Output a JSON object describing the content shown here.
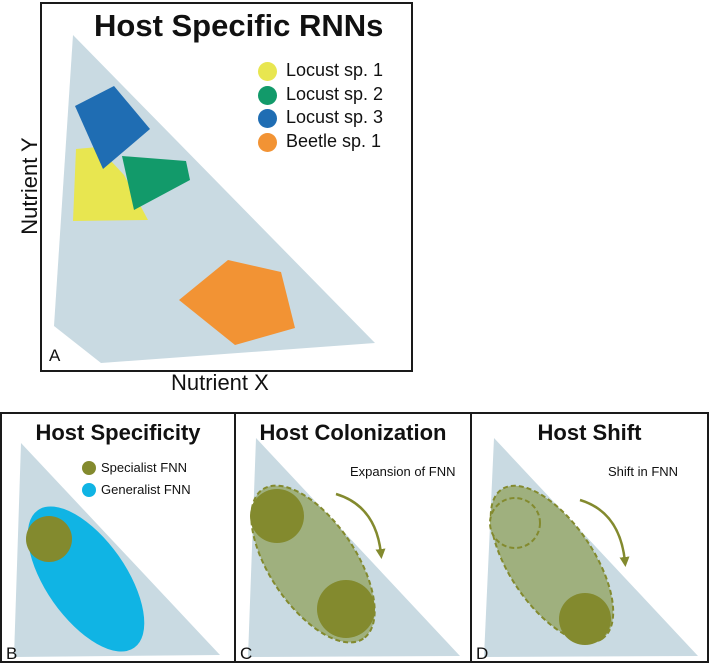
{
  "panel_a": {
    "letter": "A",
    "title": "Host Specific RNNs",
    "x_axis_label": "Nutrient X",
    "y_axis_label": "Nutrient Y",
    "legend": [
      {
        "label": "Locust sp. 1",
        "color": "#e8e650"
      },
      {
        "label": "Locust sp. 2",
        "color": "#129a6a"
      },
      {
        "label": "Locust sp. 3",
        "color": "#1f6db3"
      },
      {
        "label": "Beetle sp. 1",
        "color": "#f29334"
      }
    ]
  },
  "panel_b": {
    "letter": "B",
    "title": "Host Specificity",
    "legend": [
      {
        "label": "Specialist FNN",
        "color": "#838a2e"
      },
      {
        "label": "Generalist FNN",
        "color": "#10b4e4"
      }
    ]
  },
  "panel_c": {
    "letter": "C",
    "title": "Host Colonization",
    "note": "Expansion of FNN"
  },
  "panel_d": {
    "letter": "D",
    "title": "Host Shift",
    "note": "Shift in FNN"
  },
  "colors": {
    "triangle_fill": "#c9dae2",
    "fnn_olive": "#838a2e",
    "fnn_region": "#9fb07e",
    "arrow": "#838a2e",
    "generalist": "#10b4e4"
  }
}
